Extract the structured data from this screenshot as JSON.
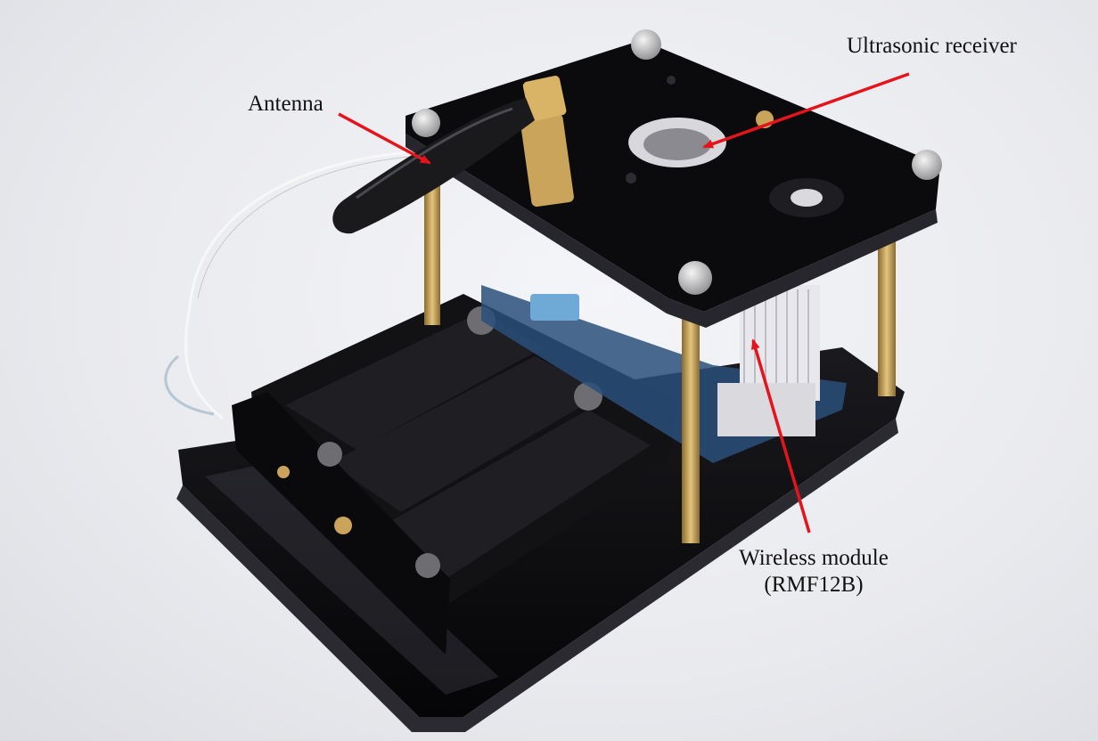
{
  "labels": {
    "antenna": "Antenna",
    "ultrasonic_receiver": "Ultrasonic receiver",
    "wireless_module_line1": "Wireless module",
    "wireless_module_line2": "(RMF12B)"
  },
  "colors": {
    "arrow": "#e4141c",
    "label_text": "#111111",
    "acrylic": "#0c0c0f",
    "brass": "#c9a45a",
    "background": "#e9eaee"
  }
}
